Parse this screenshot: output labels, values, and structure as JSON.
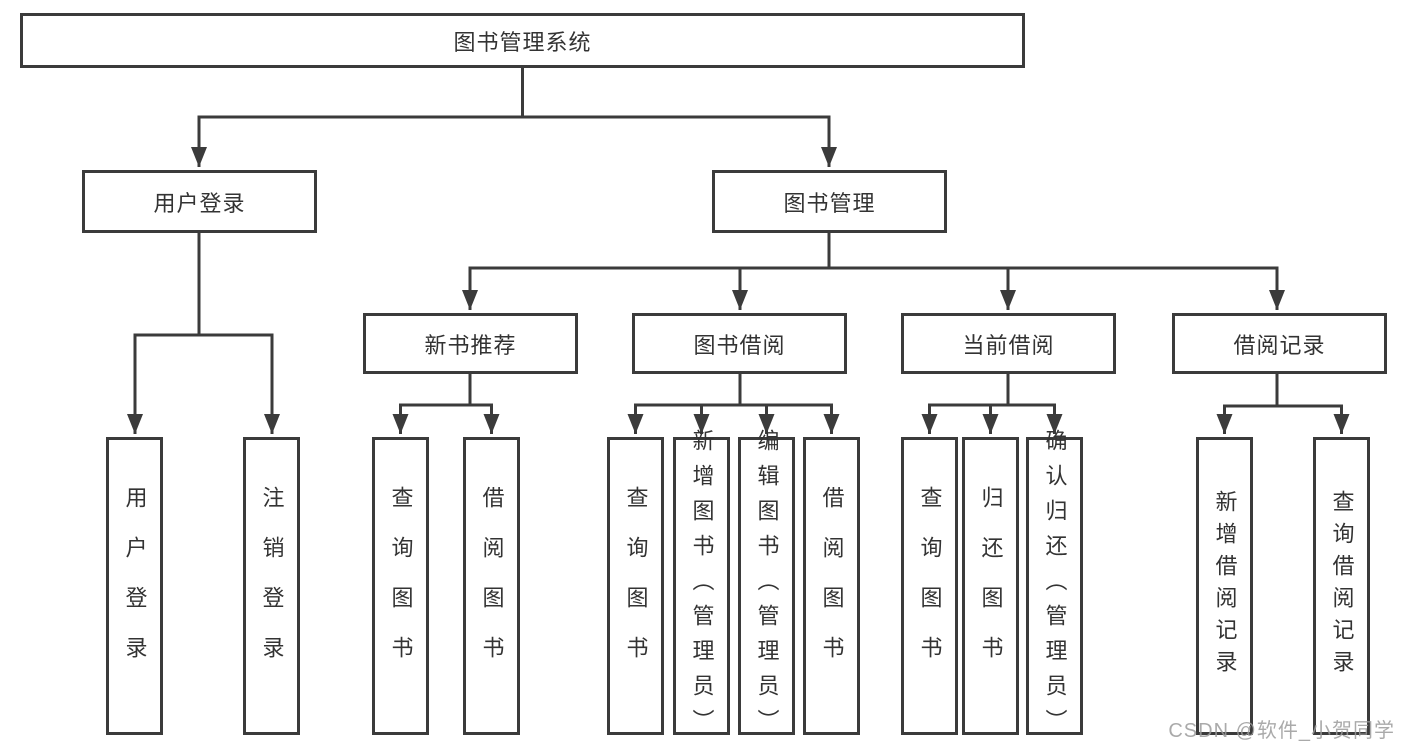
{
  "tree": {
    "root": "图书管理系统",
    "branches": [
      {
        "label": "用户登录",
        "leaves": [
          "用户登录",
          "注销登录"
        ]
      },
      {
        "label": "图书管理",
        "groups": [
          {
            "label": "新书推荐",
            "leaves": [
              "查询图书",
              "借阅图书"
            ]
          },
          {
            "label": "图书借阅",
            "leaves": [
              "查询图书",
              "新增图书（管理员）",
              "编辑图书（管理员）",
              "借阅图书"
            ]
          },
          {
            "label": "当前借阅",
            "leaves": [
              "查询图书",
              "归还图书",
              "确认归还（管理员）"
            ]
          },
          {
            "label": "借阅记录",
            "leaves": [
              "新增借阅记录",
              "查询借阅记录"
            ]
          }
        ]
      }
    ]
  },
  "watermark": {
    "text": "CSDN @软件_小贺同学"
  },
  "colors": {
    "line": "#3b3b3b",
    "text": "#333333",
    "watermark": "#9c9c9c",
    "background": "#ffffff"
  }
}
